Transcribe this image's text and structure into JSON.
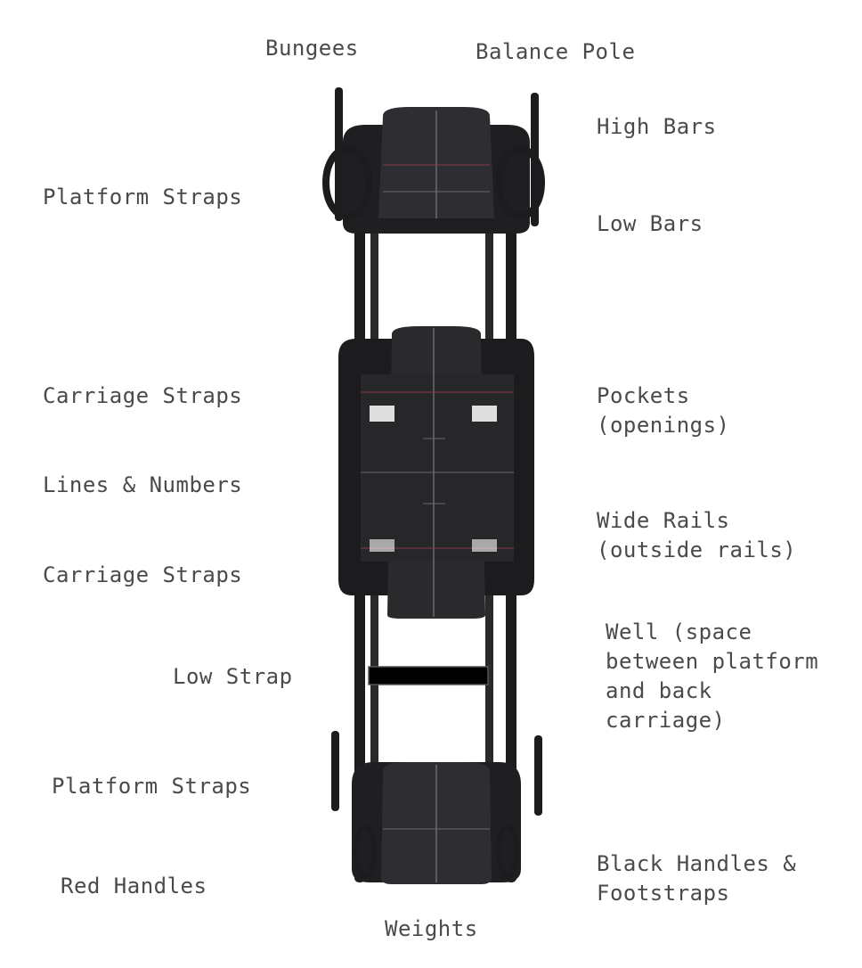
{
  "labels": {
    "bungees": "Bungees",
    "balance_pole": "Balance Pole",
    "high_bars": "High Bars",
    "platform_straps_top": "Platform Straps",
    "low_bars": "Low Bars",
    "carriage_straps_top": "Carriage Straps",
    "pockets_1": "Pockets",
    "pockets_2": "(openings)",
    "lines_numbers": "Lines & Numbers",
    "wide_rails_1": "Wide Rails",
    "wide_rails_2": "(outside rails)",
    "carriage_straps_bottom": "Carriage Straps",
    "well_1": "Well (space",
    "well_2": "between platform",
    "well_3": "and back",
    "well_4": "carriage)",
    "low_strap": "Low Strap",
    "platform_straps_bottom": "Platform Straps",
    "red_handles": "Red Handles",
    "black_handles_1": "Black Handles &",
    "black_handles_2": "Footstraps",
    "weights": "Weights"
  },
  "colors": {
    "label_text": "#4a4a4a",
    "frame": "#1c1c1e",
    "platform": "#2a2a2d",
    "accent_line": "#8a3a4a",
    "grid_line": "#6a6a6e"
  }
}
